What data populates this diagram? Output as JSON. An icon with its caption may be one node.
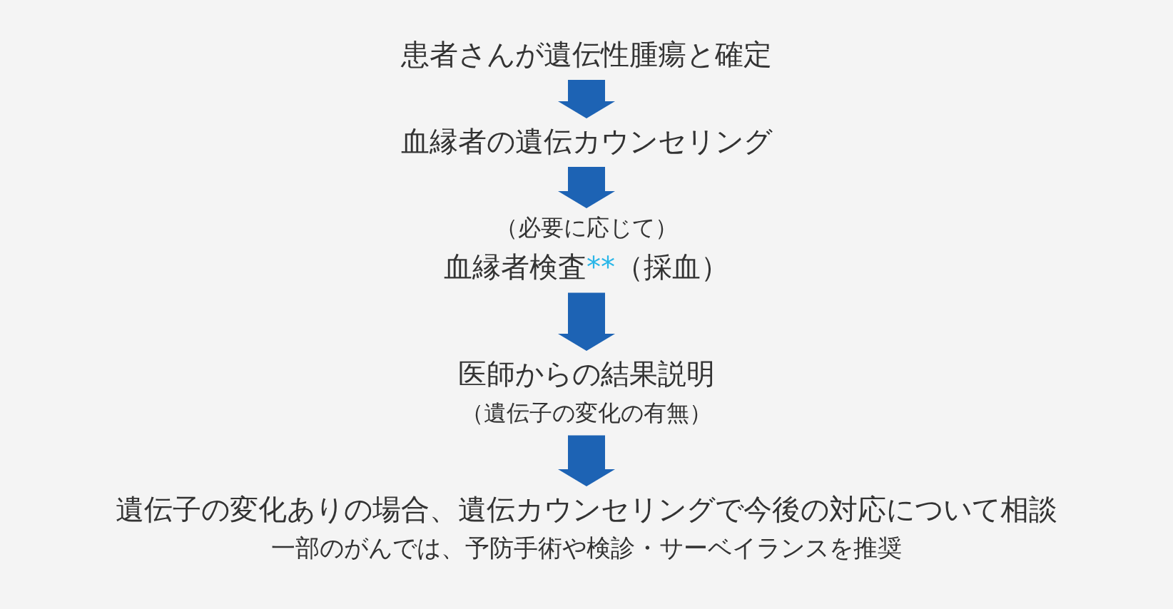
{
  "diagram": {
    "nodes": [
      {
        "text": [
          "患者さんが遺伝性腫瘍と確定"
        ]
      },
      {
        "text": [
          "血縁者の遺伝カウンセリング"
        ]
      },
      {
        "text": [
          "（必要に応じて）",
          "血縁者検査**（採血）"
        ]
      },
      {
        "text": [
          "医師からの結果説明",
          "（遺伝子の変化の有無）"
        ]
      },
      {
        "text": [
          "遺伝子の変化ありの場合、遺伝カウンセリングで今後の対応について相談",
          "一部のがんでは、予防手術や検診・サーベイランスを推奨"
        ]
      }
    ],
    "edges": [
      {
        "from": 0,
        "to": 1,
        "arrow": "to"
      },
      {
        "from": 1,
        "to": 2,
        "arrow": "to"
      },
      {
        "from": 2,
        "to": 3,
        "arrow": "to"
      },
      {
        "from": 3,
        "to": 4,
        "arrow": "to"
      }
    ]
  }
}
